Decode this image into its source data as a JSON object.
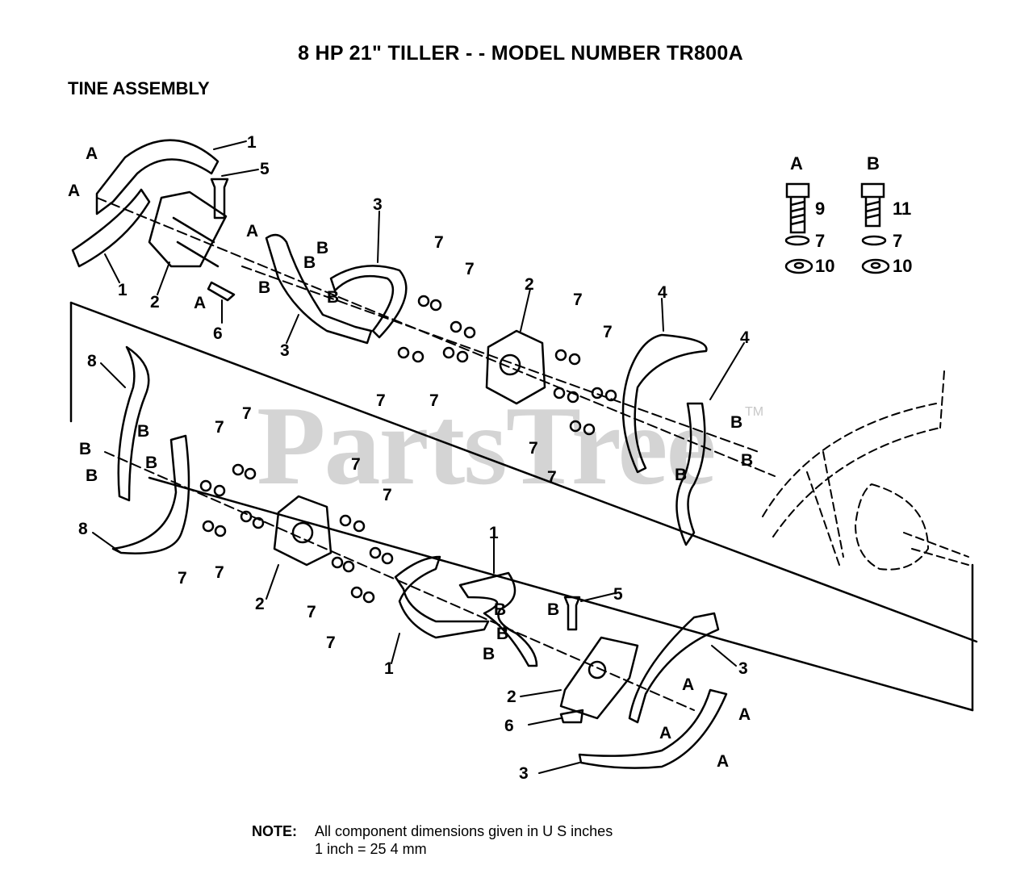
{
  "title": "8 HP 21\" TILLER - - MODEL NUMBER TR800A",
  "section": "TINE ASSEMBLY",
  "watermark": "PartsTree",
  "watermark_tm": "TM",
  "note": {
    "label": "NOTE:",
    "line1": "All component dimensions given in U S  inches",
    "line2": "1 inch = 25 4 mm"
  },
  "hardware_kits": [
    {
      "letter": "A",
      "bolt": "9",
      "lock_washer": "7",
      "nut": "10"
    },
    {
      "letter": "B",
      "bolt": "11",
      "lock_washer": "7",
      "nut": "10"
    }
  ],
  "callouts": {
    "one": "1",
    "two": "2",
    "three": "3",
    "four": "4",
    "five": "5",
    "six": "6",
    "seven": "7",
    "eight": "8",
    "A": "A",
    "B": "B"
  },
  "colors": {
    "ink": "#000000",
    "watermark": "#d4d4d4"
  }
}
